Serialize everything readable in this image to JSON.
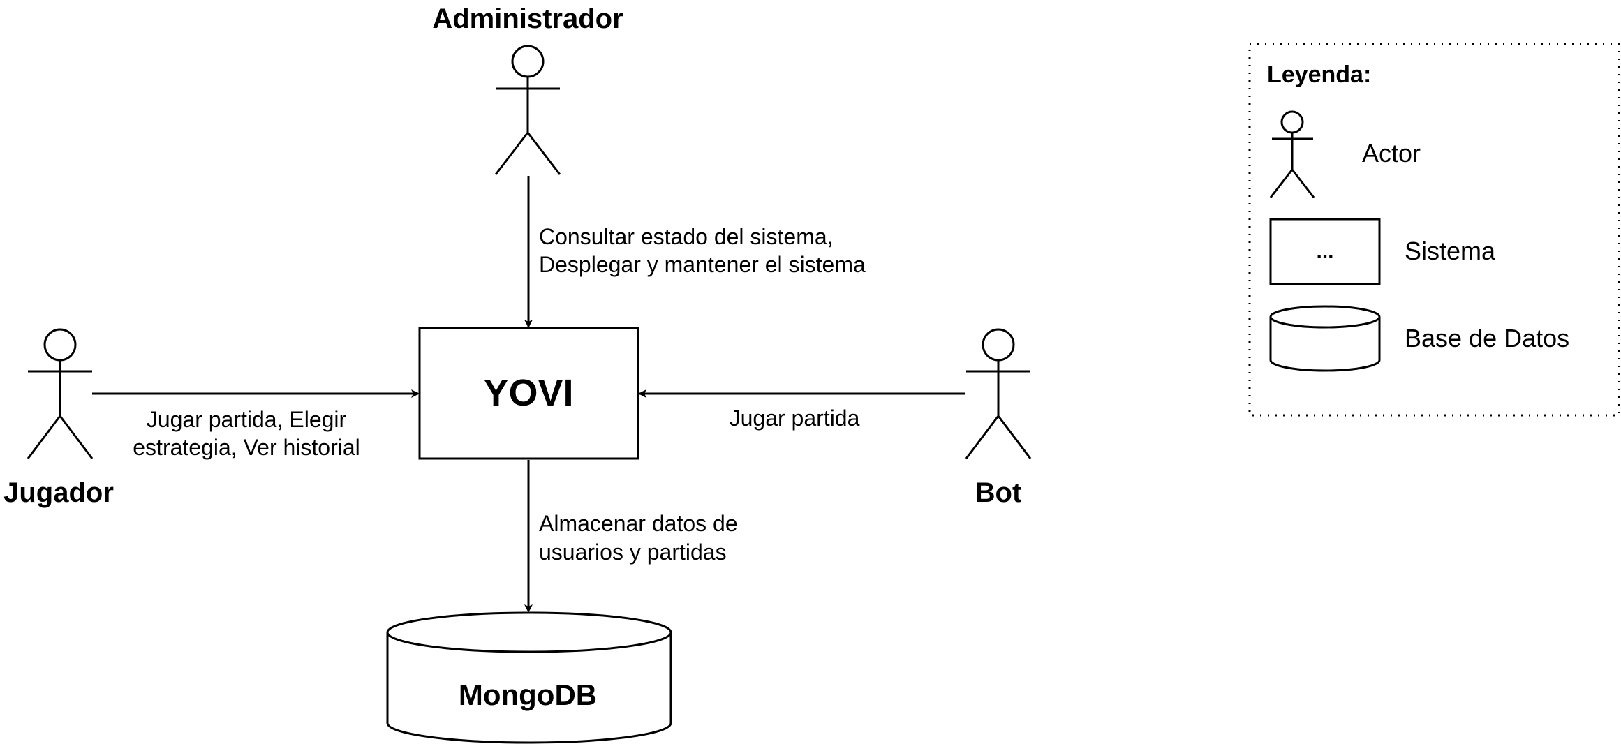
{
  "actors": {
    "administrador": {
      "label": "Administrador"
    },
    "jugador": {
      "label": "Jugador"
    },
    "bot": {
      "label": "Bot"
    }
  },
  "system": {
    "label": "YOVI"
  },
  "database": {
    "label": "MongoDB"
  },
  "edges": {
    "administrador_to_system": {
      "line1": "Consultar estado del sistema,",
      "line2": "Desplegar y mantener el sistema"
    },
    "jugador_to_system": {
      "line1": "Jugar partida, Elegir",
      "line2": "estrategia, Ver historial"
    },
    "bot_to_system": {
      "line1": "Jugar partida"
    },
    "system_to_database": {
      "line1": "Almacenar datos de",
      "line2": "usuarios y partidas"
    }
  },
  "legend": {
    "title": "Leyenda:",
    "actor_label": "Actor",
    "system_label": "Sistema",
    "system_symbol": "...",
    "database_label": "Base de Datos"
  }
}
